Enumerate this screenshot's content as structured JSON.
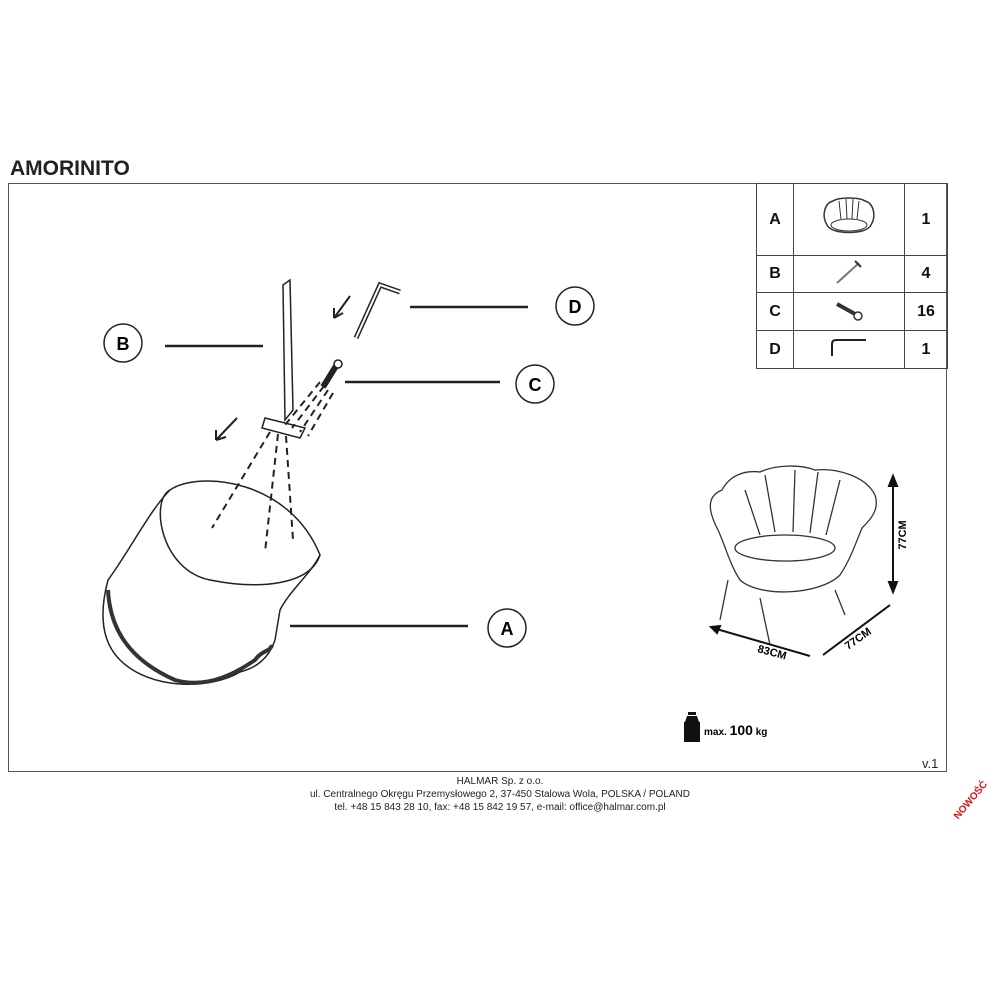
{
  "title": "AMORINITO",
  "parts": [
    {
      "letter": "A",
      "icon": "armchair-icon",
      "qty": "1"
    },
    {
      "letter": "B",
      "icon": "leg-icon",
      "qty": "4"
    },
    {
      "letter": "C",
      "icon": "screw-icon",
      "qty": "16"
    },
    {
      "letter": "D",
      "icon": "allen-key-icon",
      "qty": "1"
    }
  ],
  "callouts": {
    "a": "A",
    "b": "B",
    "c": "C",
    "d": "D"
  },
  "dimensions": {
    "height": "77CM",
    "width": "83CM",
    "depth": "77CM"
  },
  "max_load": {
    "prefix": "max.",
    "value": "100",
    "unit": "kg"
  },
  "version": "v.1",
  "footer": {
    "company": "HALMAR Sp. z o.o.",
    "address": "ul. Centralnego Okręgu Przemysłowego 2, 37-450 Stalowa Wola, POLSKA / POLAND",
    "contact": "tel. +48 15 843 28 10, fax: +48 15 842 19 57, e-mail: office@halmar.com.pl"
  },
  "badge": "NOWOŚĆ"
}
